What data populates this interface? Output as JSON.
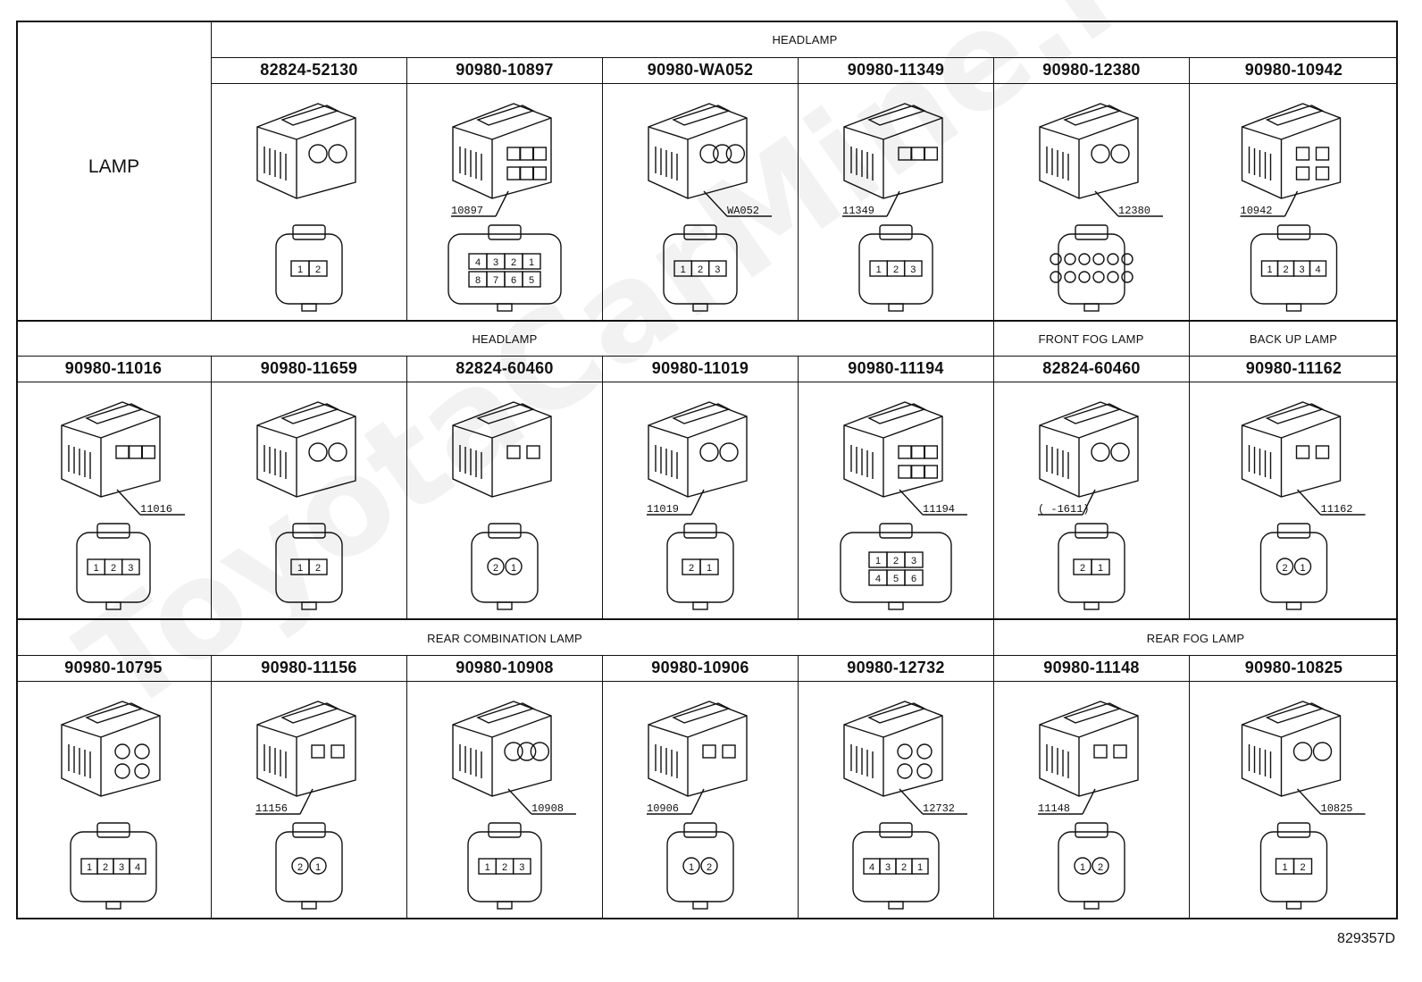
{
  "row_header": "LAMP",
  "groups": {
    "headlamp_top": "HEADLAMP",
    "headlamp_mid": "HEADLAMP",
    "front_fog": "FRONT FOG LAMP",
    "back_up": "BACK UP LAMP",
    "rear_combination": "REAR COMBINATION LAMP",
    "rear_fog": "REAR FOG LAMP"
  },
  "rows": [
    {
      "parts": [
        {
          "part_no": "82824-52130",
          "callout": "",
          "pins": [
            "1",
            "2"
          ]
        },
        {
          "part_no": "90980-10897",
          "callout": "10897",
          "pins": [
            "4",
            "3",
            "2",
            "1",
            "8",
            "7",
            "6",
            "5"
          ]
        },
        {
          "part_no": "90980-WA052",
          "callout": "WA052",
          "pins": [
            "1",
            "2",
            "3"
          ]
        },
        {
          "part_no": "90980-11349",
          "callout": "11349",
          "pins": [
            "1",
            "2",
            "3"
          ]
        },
        {
          "part_no": "90980-12380",
          "callout": "12380",
          "pins": []
        },
        {
          "part_no": "90980-10942",
          "callout": "10942",
          "pins": [
            "1",
            "2",
            "3",
            "4"
          ]
        }
      ]
    },
    {
      "parts": [
        {
          "part_no": "90980-11016",
          "callout": "11016",
          "pins": [
            "1",
            "2",
            "3"
          ]
        },
        {
          "part_no": "90980-11659",
          "callout": "",
          "pins": [
            "1",
            "2"
          ]
        },
        {
          "part_no": "82824-60460",
          "callout": "",
          "pins": [
            "2",
            "1"
          ]
        },
        {
          "part_no": "90980-11019",
          "callout": "11019",
          "pins": [
            "2",
            "1"
          ]
        },
        {
          "part_no": "90980-11194",
          "callout": "11194",
          "pins": [
            "1",
            "2",
            "3",
            "4",
            "5",
            "6"
          ]
        },
        {
          "part_no": "82824-60460",
          "callout": "(      -1611)",
          "pins": [
            "2",
            "1"
          ]
        },
        {
          "part_no": "90980-11162",
          "callout": "11162",
          "pins": [
            "2",
            "1"
          ]
        }
      ]
    },
    {
      "parts": [
        {
          "part_no": "90980-10795",
          "callout": "",
          "pins": [
            "1",
            "2",
            "3",
            "4"
          ]
        },
        {
          "part_no": "90980-11156",
          "callout": "11156",
          "pins": [
            "2",
            "1"
          ]
        },
        {
          "part_no": "90980-10908",
          "callout": "10908",
          "pins": [
            "1",
            "2",
            "3"
          ]
        },
        {
          "part_no": "90980-10906",
          "callout": "10906",
          "pins": [
            "1",
            "2"
          ]
        },
        {
          "part_no": "90980-12732",
          "callout": "12732",
          "pins": [
            "4",
            "3",
            "2",
            "1"
          ]
        },
        {
          "part_no": "90980-11148",
          "callout": "11148",
          "pins": [
            "1",
            "2"
          ]
        },
        {
          "part_no": "90980-10825",
          "callout": "10825",
          "pins": [
            "1",
            "2"
          ]
        }
      ]
    }
  ],
  "drawing_code": "829357D",
  "watermark": "ToyotaCarMine.ru"
}
